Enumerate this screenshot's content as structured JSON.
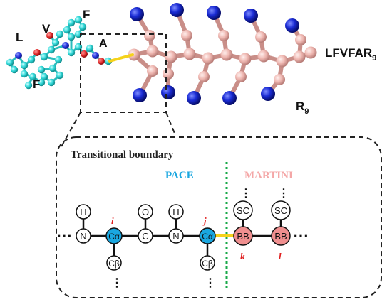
{
  "molecule": {
    "residue_labels": [
      "L",
      "V",
      "F",
      "F",
      "A"
    ],
    "peptide_name": "LFVFAR",
    "peptide_subscript": "9",
    "tail_name": "R",
    "tail_subscript": "9"
  },
  "inset": {
    "title": "Transitional boundary",
    "left_model": "PACE",
    "right_model": "MARTINI",
    "atoms": {
      "h1": "H",
      "n1": "N",
      "ca1": "Cα",
      "cb1": "Cβ",
      "o": "O",
      "c": "C",
      "h2": "H",
      "n2": "N",
      "ca2": "Cα",
      "cb2": "Cβ",
      "sc1": "SC",
      "bb1": "BB",
      "sc2": "SC",
      "bb2": "BB"
    },
    "indices": {
      "i": "i",
      "j": "j",
      "k": "k",
      "l": "l"
    },
    "ellipsis": "⋯",
    "vdots": "⋮"
  },
  "colors": {
    "cyan_atom": "#2fd6d6",
    "pace_blue": "#1aa7e0",
    "martini_pink": "#f08f8f",
    "bead_pink": "#eeb6b0",
    "nitrogen_blue": "#1420c8",
    "oxygen_red": "#e02828",
    "link_yellow": "#f5d21a",
    "boundary_green": "#18a848"
  }
}
